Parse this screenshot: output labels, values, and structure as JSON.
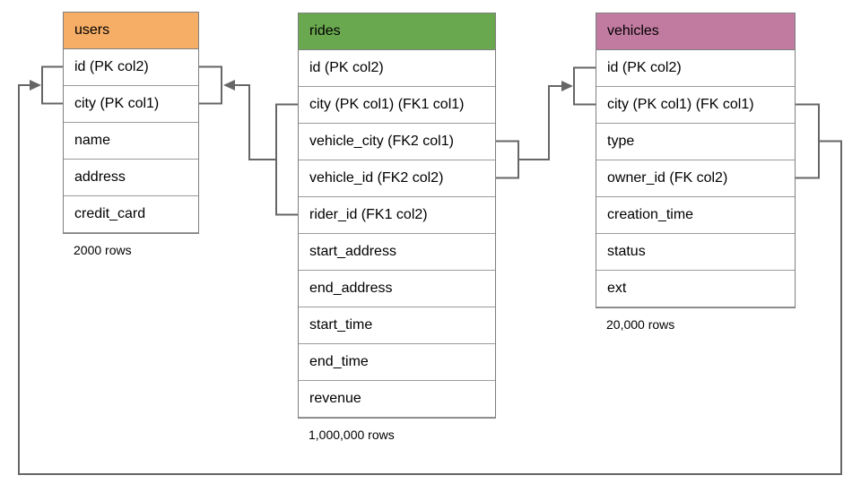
{
  "diagram": {
    "line_color": "#666666",
    "tables": [
      {
        "name": "users",
        "header_color": "#F6AE66",
        "columns": [
          "id (PK col2)",
          "city (PK col1)",
          "name",
          "address",
          "credit_card"
        ],
        "row_count_label": "2000 rows"
      },
      {
        "name": "rides",
        "header_color": "#6AA84F",
        "columns": [
          "id (PK col2)",
          "city (PK col1) (FK1 col1)",
          "vehicle_city (FK2 col1)",
          "vehicle_id (FK2 col2)",
          "rider_id (FK1 col2)",
          "start_address",
          "end_address",
          "start_time",
          "end_time",
          "revenue"
        ],
        "row_count_label": "1,000,000 rows"
      },
      {
        "name": "vehicles",
        "header_color": "#C27BA0",
        "columns": [
          "id (PK col2)",
          "city (PK col1) (FK col1)",
          "type",
          "owner_id (FK col2)",
          "creation_time",
          "status",
          "ext"
        ],
        "row_count_label": "20,000 rows"
      }
    ],
    "relationships": [
      {
        "name": "rides-to-users",
        "from_table": "rides",
        "from_columns": [
          "city (FK1 col1)",
          "rider_id (FK1 col2)"
        ],
        "to_table": "users",
        "to_columns": [
          "id (PK col2)",
          "city (PK col1)"
        ]
      },
      {
        "name": "rides-to-vehicles",
        "from_table": "rides",
        "from_columns": [
          "vehicle_city (FK2 col1)",
          "vehicle_id (FK2 col2)"
        ],
        "to_table": "vehicles",
        "to_columns": [
          "id (PK col2)",
          "city (PK col1)"
        ]
      },
      {
        "name": "vehicles-to-users",
        "from_table": "vehicles",
        "from_columns": [
          "city (FK col1)",
          "owner_id (FK col2)"
        ],
        "to_table": "users",
        "to_columns": [
          "id (PK col2)",
          "city (PK col1)"
        ]
      }
    ]
  }
}
